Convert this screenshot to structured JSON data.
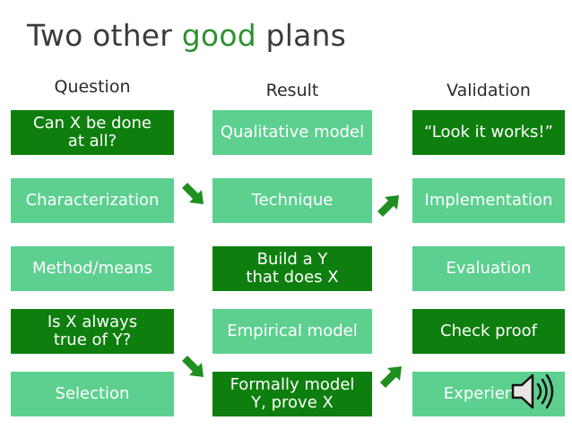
{
  "slide": {
    "title_pre": "Two other ",
    "title_accent": "good",
    "title_post": " plans",
    "accent_color": "#2f8f2f"
  },
  "columns": {
    "question": "Question",
    "result": "Result",
    "validation": "Validation"
  },
  "boxes": {
    "question": [
      {
        "text": "Can X be done\nat all?",
        "style": "dark"
      },
      {
        "text": "Characterization",
        "style": "light"
      },
      {
        "text": "Method/means",
        "style": "light"
      },
      {
        "text": "Is X always\ntrue of Y?",
        "style": "dark"
      },
      {
        "text": "Selection",
        "style": "light"
      }
    ],
    "result": [
      {
        "text": "Qualitative model",
        "style": "light"
      },
      {
        "text": "Technique",
        "style": "light"
      },
      {
        "text": "Build a Y\nthat does X",
        "style": "dark"
      },
      {
        "text": "Empirical model",
        "style": "light"
      },
      {
        "text": "Formally model\nY, prove X",
        "style": "dark"
      }
    ],
    "validation": [
      {
        "text": "“Look it works!”",
        "style": "dark"
      },
      {
        "text": "Implementation",
        "style": "light"
      },
      {
        "text": "Evaluation",
        "style": "light"
      },
      {
        "text": "Check proof",
        "style": "dark"
      },
      {
        "text": "Experience",
        "style": "light"
      }
    ]
  },
  "colors": {
    "light_green": "#5dd08f",
    "dark_green": "#0e7f0e",
    "arrow_green": "#1f8f1f"
  },
  "icons": {
    "arrows": [
      "arrow-down-right-icon",
      "arrow-up-right-icon"
    ],
    "audio": "speaker-icon"
  }
}
